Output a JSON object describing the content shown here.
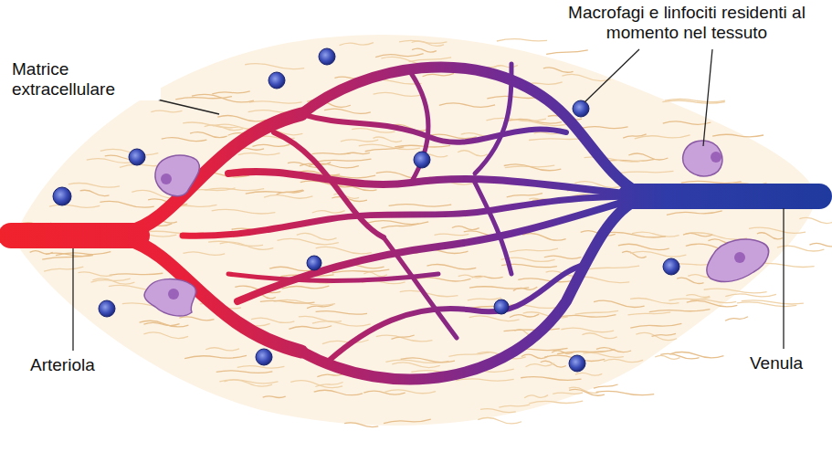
{
  "diagram": {
    "labels": [
      "Macrofagi e linfociti residenti al momento nel tessuto",
      "Matrice extracellulare",
      "Arteriola",
      "Venula"
    ]
  }
}
